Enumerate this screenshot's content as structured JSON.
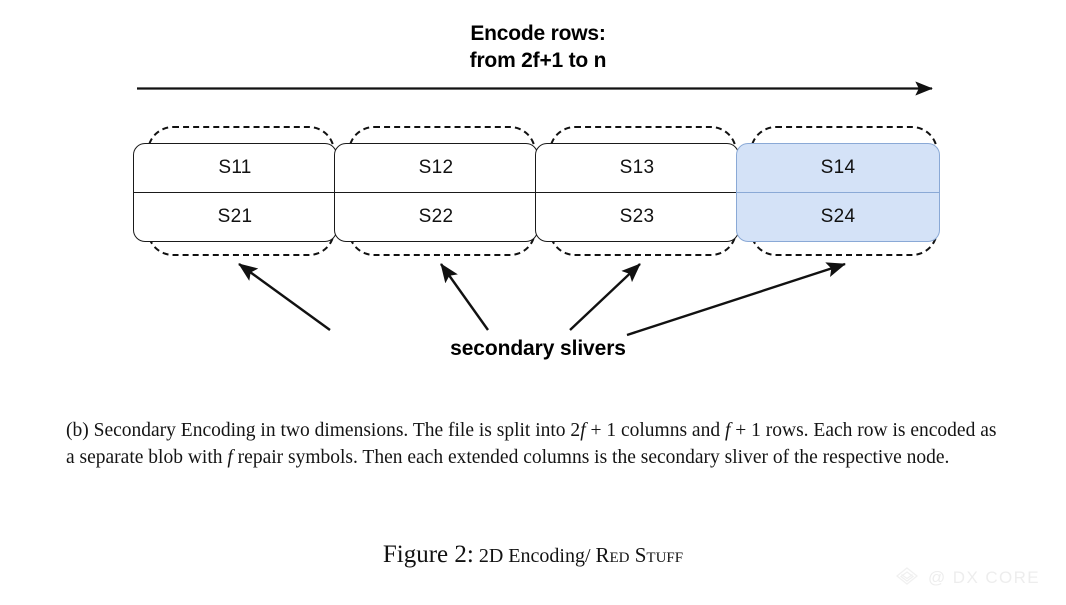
{
  "figure": {
    "top_title": {
      "line1": "Encode rows:",
      "line2": "from 2f+1 to n"
    },
    "columns": [
      {
        "id": "col-1",
        "cells": [
          {
            "label": "S11",
            "highlight": false
          },
          {
            "label": "S21",
            "highlight": false
          }
        ]
      },
      {
        "id": "col-2",
        "cells": [
          {
            "label": "S12",
            "highlight": false
          },
          {
            "label": "S22",
            "highlight": false
          }
        ]
      },
      {
        "id": "col-3",
        "cells": [
          {
            "label": "S13",
            "highlight": false
          },
          {
            "label": "S23",
            "highlight": false
          }
        ]
      },
      {
        "id": "col-4",
        "cells": [
          {
            "label": "S14",
            "highlight": true
          },
          {
            "label": "S24",
            "highlight": true
          }
        ]
      }
    ],
    "slivers_label": "secondary slivers",
    "colors": {
      "highlight_fill": "#d4e2f7",
      "highlight_border": "#8aa9d6",
      "stroke": "#111111",
      "background": "#ffffff"
    }
  },
  "caption": {
    "tag": "(b)",
    "part1": " Secondary Encoding in two dimensions. The file is split into 2",
    "f1": "f",
    "part2": " + 1 columns and ",
    "f2": "f",
    "part3": " + 1 rows. Each row is encoded as a separate blob with ",
    "f3": "f",
    "part4": " repair symbols. Then each extended columns is the secondary sliver of the respective node."
  },
  "figure_title": {
    "number": "Figure 2:",
    "subject": " 2D Encoding/ ",
    "system": "Red Stuff"
  },
  "watermark": {
    "text": "@ DX CORE",
    "logo": "diamond-logo"
  }
}
